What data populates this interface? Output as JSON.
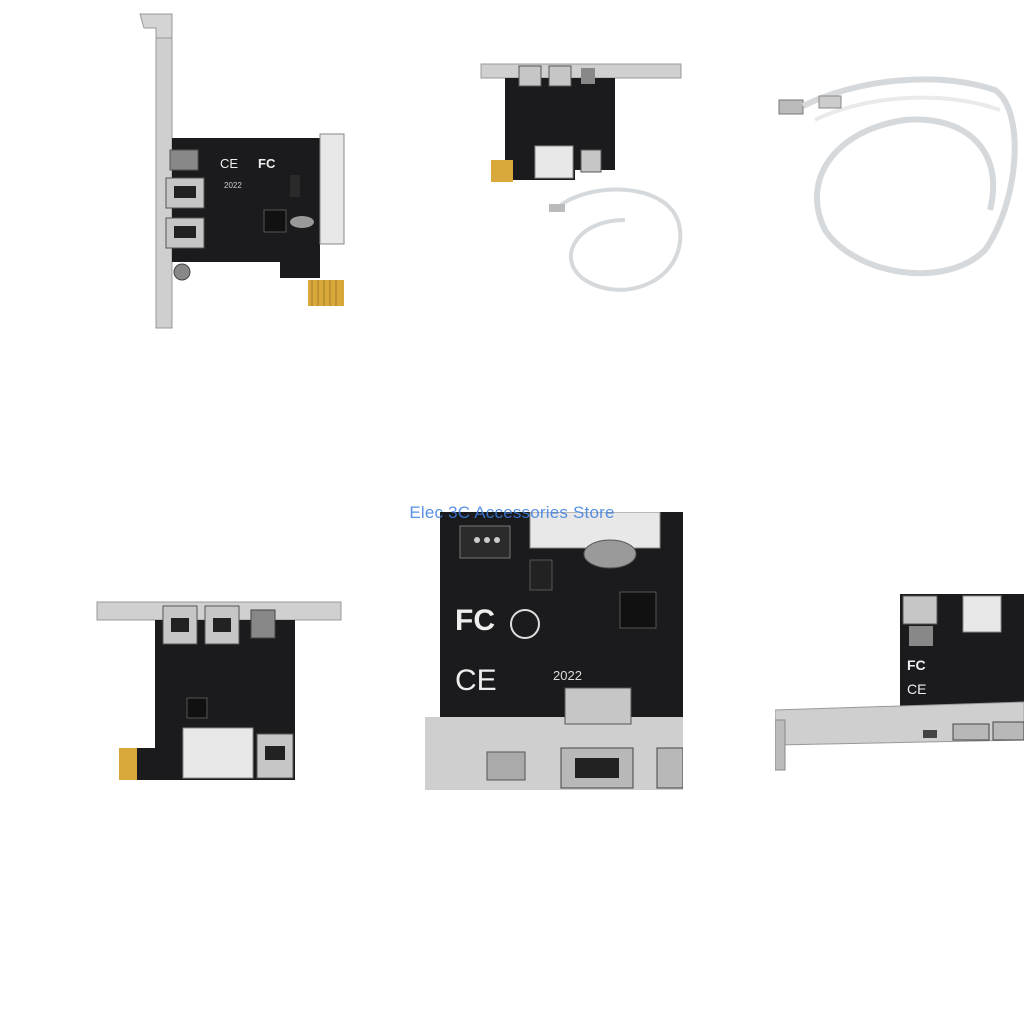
{
  "watermark": {
    "text": "Elec 3C Accessories Store",
    "color": "#3d7fe0"
  },
  "photos": [
    {
      "subject": "pcie-firewire-card-side-view",
      "marks": [
        "CE",
        "FC",
        "2022"
      ]
    },
    {
      "subject": "firewire-card-with-cable",
      "marks": []
    },
    {
      "subject": "firewire-cable-coiled",
      "marks": []
    },
    {
      "subject": "pcie-firewire-card-front-view",
      "marks": []
    },
    {
      "subject": "firewire-card-closeup",
      "marks": [
        "CE",
        "FC",
        "2022"
      ]
    },
    {
      "subject": "firewire-card-bracket-angle",
      "marks": [
        "CE",
        "FC"
      ]
    }
  ],
  "colors": {
    "pcb": "#1b1b1d",
    "bracket": "#cfcfcf",
    "gold": "#d9a83a",
    "cable": "#d6d9dc"
  }
}
